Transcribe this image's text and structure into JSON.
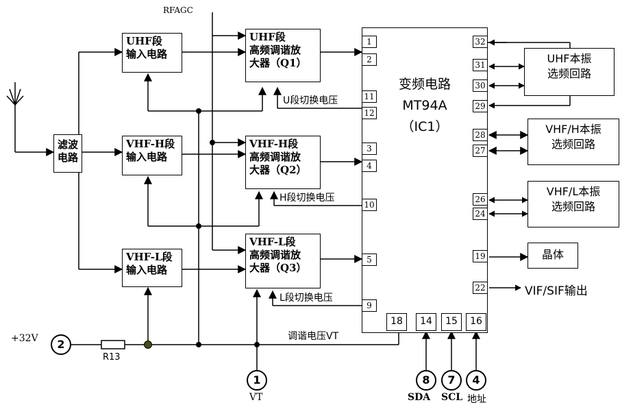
{
  "rfagc": "RFAGC",
  "ic": {
    "name": "变频电路",
    "model": "MT94A",
    "ref": "（IC1）"
  },
  "blocks": {
    "uhf_in": [
      "UHF段",
      "输入电路"
    ],
    "vhfh_in": [
      "VHF-H段",
      "输入电路"
    ],
    "vhfl_in": [
      "VHF-L段",
      "输入电路"
    ],
    "uhf_amp": [
      "UHF段",
      "高频调谐放",
      "大器（Q1）"
    ],
    "vhfh_amp": [
      "VHF-H段",
      "高频调谐放",
      "大器（Q2）"
    ],
    "vhfl_amp": [
      "VHF-L段",
      "高频调谐放",
      "大器（Q3）"
    ],
    "filter": [
      "滤波",
      "电路"
    ]
  },
  "osc_boxes": {
    "uhf": [
      "UHF本振",
      "选频回路"
    ],
    "vhfh": [
      "VHF/H本振",
      "选频回路"
    ],
    "vhfl": [
      "VHF/L本振",
      "选频回路"
    ],
    "crystal": [
      "晶体"
    ]
  },
  "pins": {
    "p1": "1",
    "p2": "2",
    "p3": "3",
    "p4": "4",
    "p5": "5",
    "p9": "9",
    "p10": "10",
    "p11": "11",
    "p12": "12",
    "p32": "32",
    "p31": "31",
    "p30": "30",
    "p29": "29",
    "p28": "28",
    "p27": "27",
    "p26": "26",
    "p24": "24",
    "p19": "19",
    "p22": "22",
    "p18": "18",
    "p14": "14",
    "p15": "15",
    "p16": "16"
  },
  "labels": {
    "u_switch": "U段切换电压",
    "h_switch": "H段切换电压",
    "l_switch": "L段切换电压",
    "tuning_voltage": "调谐电压VT",
    "vif_out": "VIF/SIF输出",
    "supply": "+32V",
    "resistor": "R13",
    "vt": "VT",
    "sda": "SDA",
    "scl": "SCL",
    "address": "地址"
  },
  "terminals": {
    "t2": "2",
    "t1": "1",
    "t8": "8",
    "t7": "7",
    "t4": "4"
  }
}
